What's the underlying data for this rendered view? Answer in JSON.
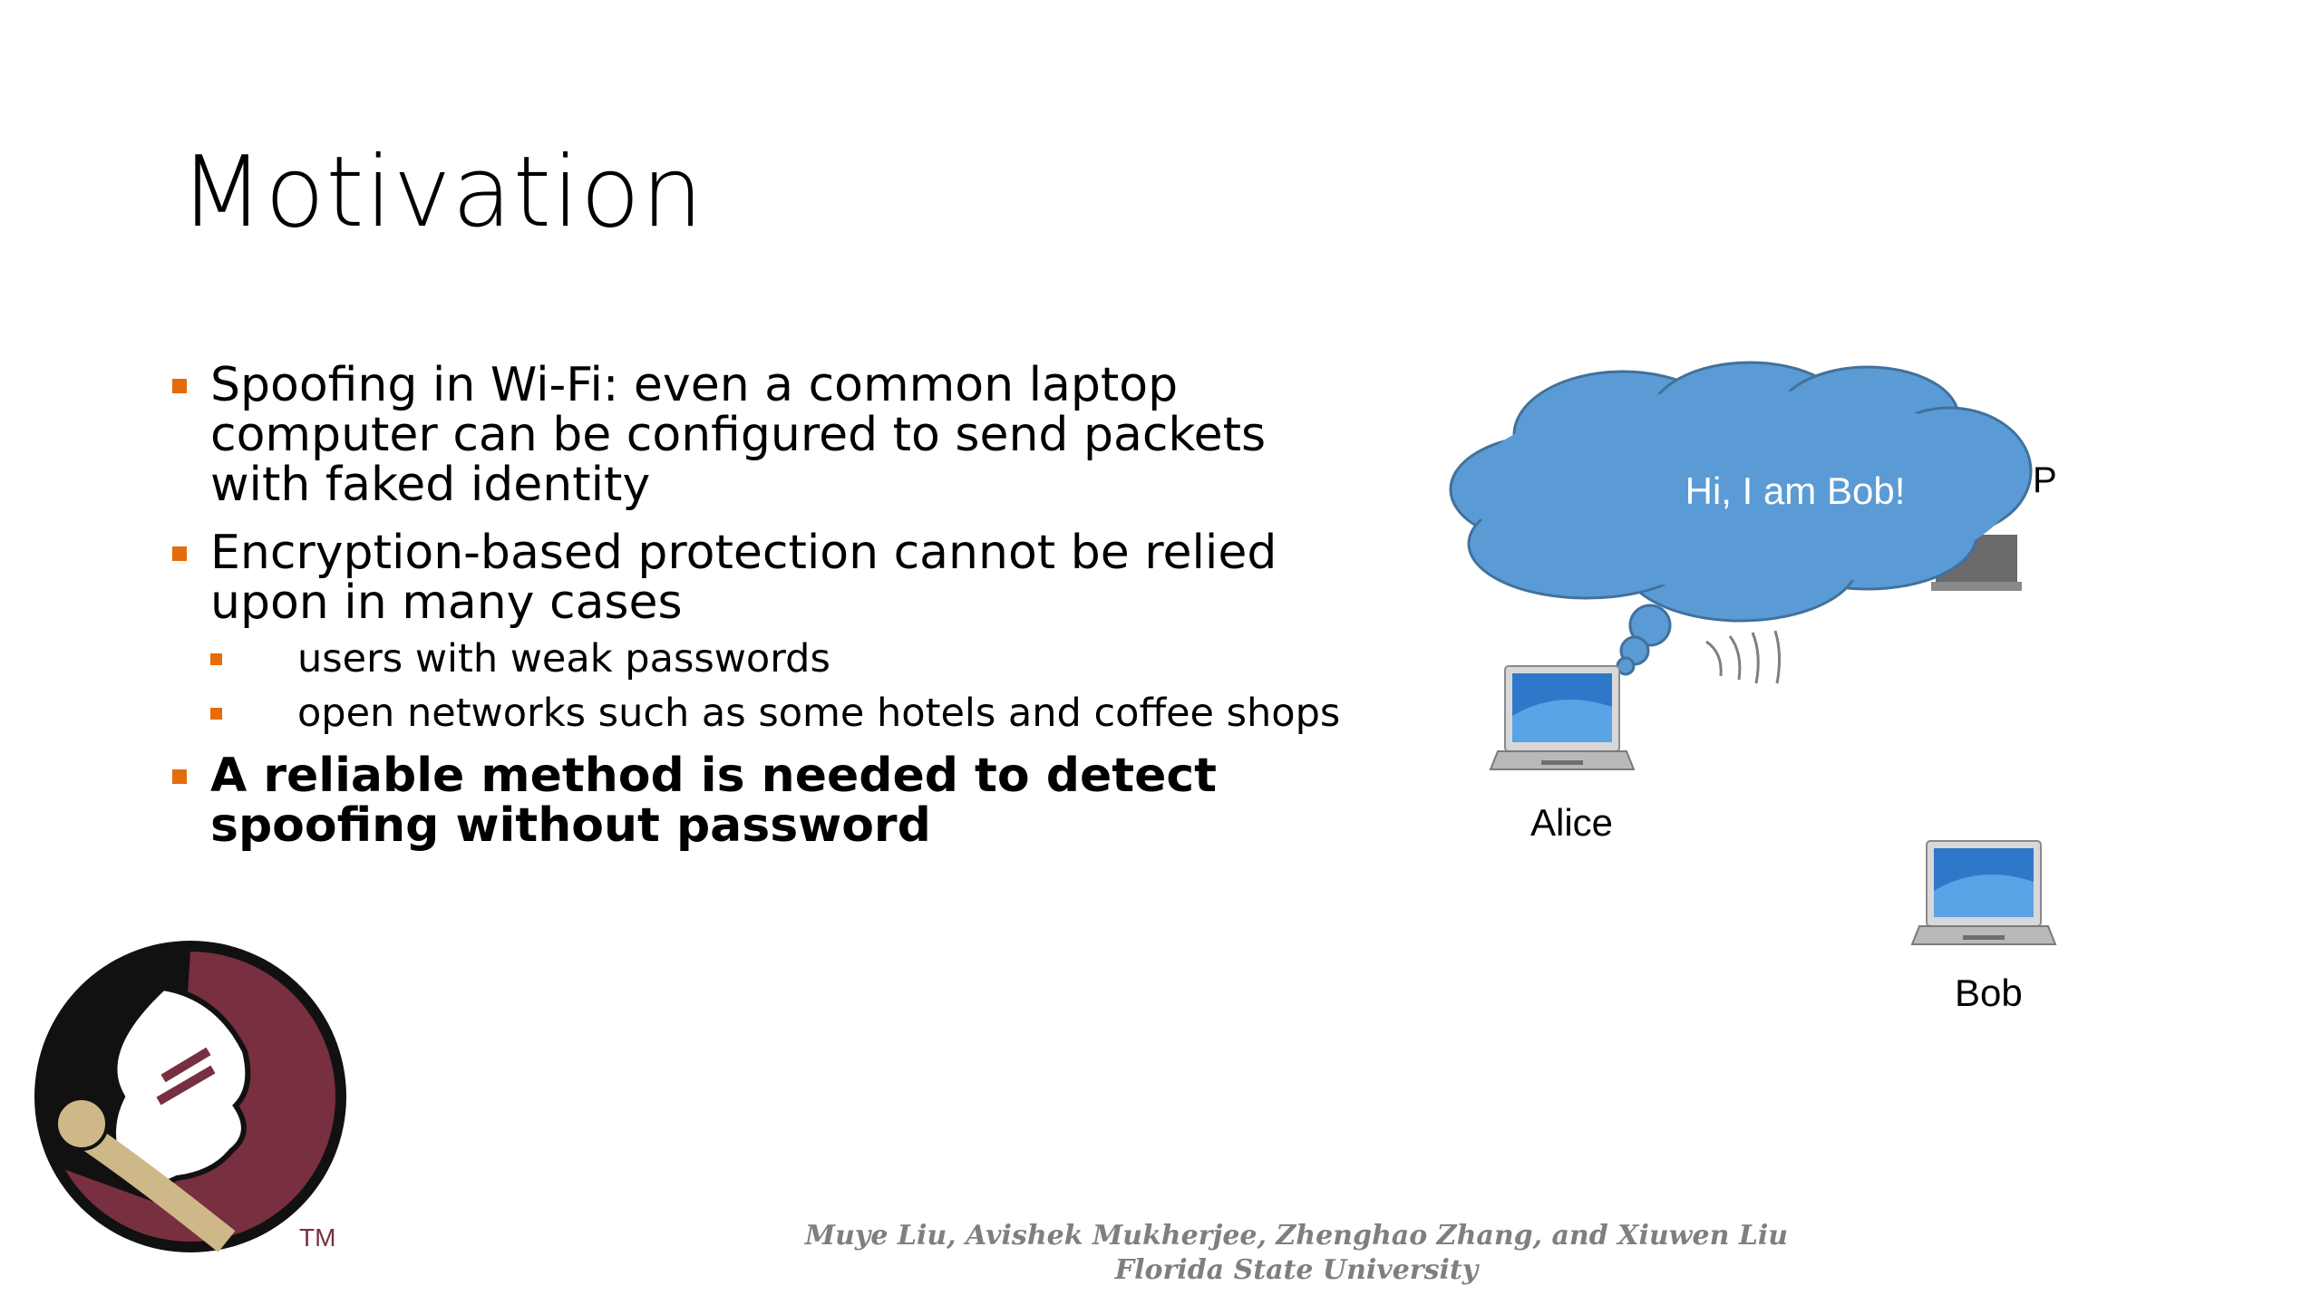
{
  "slide": {
    "title": "Motivation",
    "bullets": [
      "Spoofing in Wi-Fi: even a common laptop computer can be configured to send packets with faked identity",
      "Encryption-based protection cannot be relied upon in many cases"
    ],
    "sub_bullets": [
      "users with weak passwords",
      "open networks such as some hotels and coffee shops"
    ],
    "conclusion": "A reliable method is needed to detect spoofing without password",
    "diagram": {
      "speech_bubble": "Hi, I am Bob!",
      "ap_fragment": "P",
      "laptop_alice": "Alice",
      "laptop_bob": "Bob"
    },
    "logo_trademark": "TM",
    "footer": {
      "authors": "Muye Liu, Avishek Mukherjee, Zhenghao Zhang, and Xiuwen Liu",
      "affiliation": "Florida State University"
    }
  },
  "colors": {
    "bullet": "#e46c0a",
    "cloud_fill": "#5b9bd5",
    "cloud_stroke": "#41719c",
    "footer_text": "#7f7f7f",
    "logo_garnet": "#782f40",
    "logo_gold": "#ceb888"
  },
  "icons": [
    "laptop-icon",
    "laptop-icon",
    "cloud-callout",
    "signal-waves-icon",
    "seminole-logo"
  ]
}
